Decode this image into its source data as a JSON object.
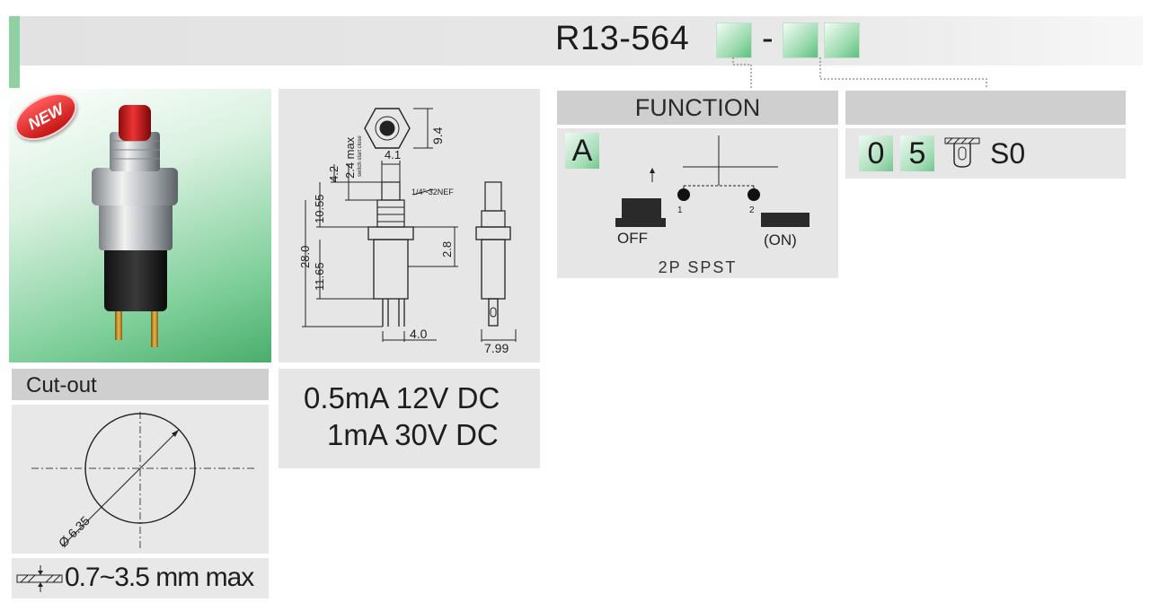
{
  "header": {
    "part_number": "R13-564",
    "separator": "-",
    "code_slots": 3
  },
  "photo": {
    "badge": "NEW"
  },
  "dimensions": {
    "thread": "1/4\"-32NEF",
    "width_top": "4.1",
    "hex_height": "9.4",
    "stroke_max": "2.4 max",
    "stroke_note": "switch start close",
    "dim_4_2": "4.2",
    "dim_10_55": "10.55",
    "dim_28_0": "28.0",
    "dim_11_65": "11.65",
    "dim_2_8": "2.8",
    "terminal_pitch": "4.0",
    "terminal_width": "7.99"
  },
  "ratings": [
    "0.5mA 12V DC",
    "1mA 30V DC"
  ],
  "cutout": {
    "title": "Cut-out",
    "diameter": "6.35",
    "panel_thickness": "0.7~3.5 mm max"
  },
  "function": {
    "title": "FUNCTION",
    "code": "A",
    "off_label": "OFF",
    "on_label": "(ON)",
    "pin1": "1",
    "pin2": "2",
    "circuit": "2P SPST"
  },
  "terminal": {
    "title": "",
    "digit1": "0",
    "digit2": "5",
    "label": "S0"
  },
  "colors": {
    "accent_green": "#8fd1a5",
    "header_gray": "#cfcfcf",
    "panel_gray": "#e6e6e6"
  }
}
